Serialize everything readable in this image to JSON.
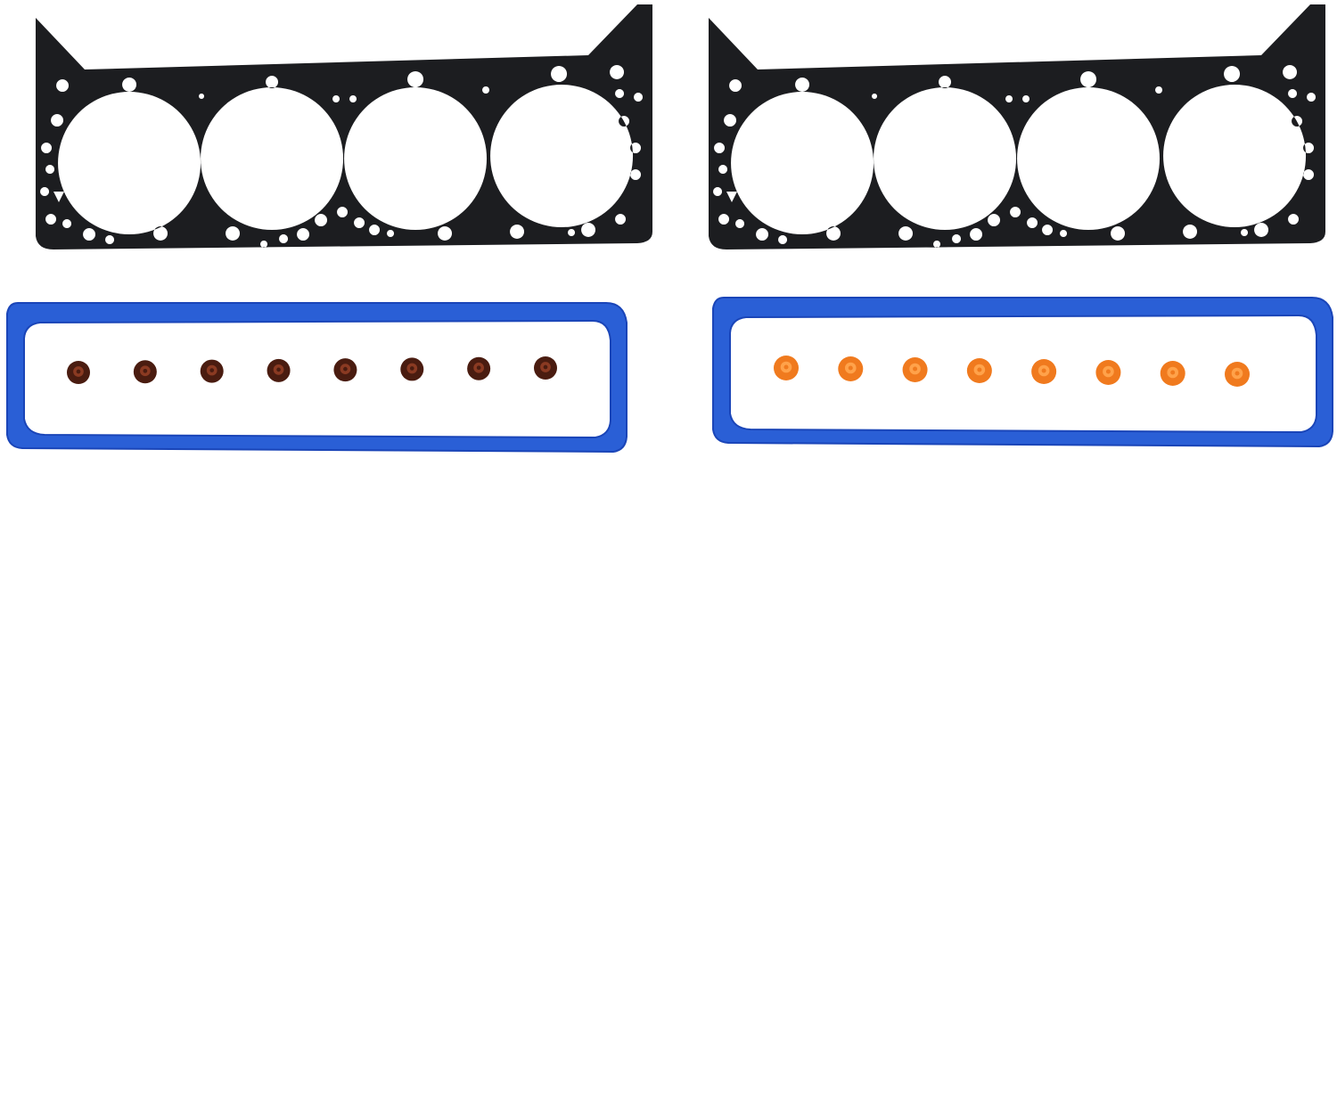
{
  "scene": {
    "background": "#ffffff",
    "head_gasket_color": "#1c1d20",
    "cover_gasket_color": "#2a5fd6",
    "cover_gasket_edge": "#1a45b8"
  },
  "head_gaskets": [
    {
      "name": "head-gasket-left"
    },
    {
      "name": "head-gasket-right"
    }
  ],
  "valve_cover_gaskets": [
    {
      "name": "valve-cover-gasket-left"
    },
    {
      "name": "valve-cover-gasket-right"
    }
  ],
  "valve_stem_seal_sets": [
    {
      "name": "valve-stem-seals-brown",
      "count": 8,
      "color": "#4a1c10",
      "highlight": "#8a3a22"
    },
    {
      "name": "valve-stem-seals-orange",
      "count": 8,
      "color": "#f07a1e",
      "highlight": "#ffa24a"
    }
  ]
}
